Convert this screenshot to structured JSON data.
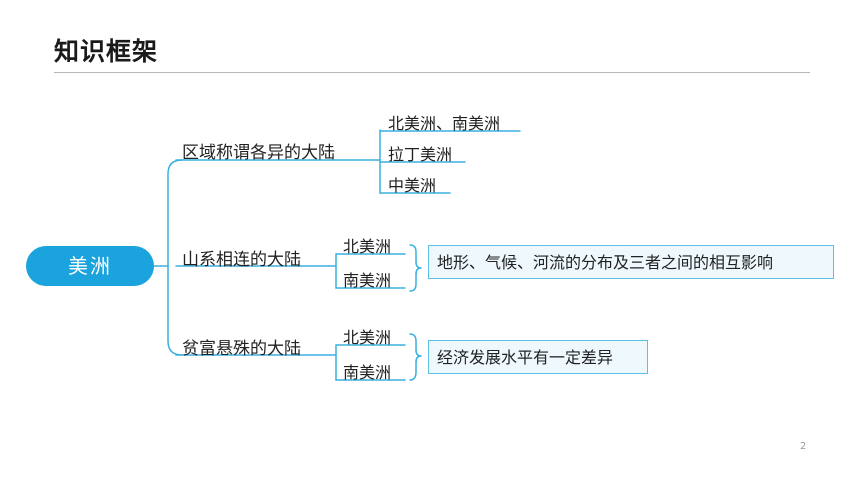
{
  "title": "知识框架",
  "root": "美洲",
  "branches": [
    {
      "label": "区域称谓各异的大陆",
      "subs": [
        "北美洲、南美洲",
        "拉丁美洲",
        "中美洲"
      ]
    },
    {
      "label": "山系相连的大陆",
      "subs": [
        "北美洲",
        "南美洲"
      ],
      "note": "地形、气候、河流的分布及三者之间的相互影响"
    },
    {
      "label": "贫富悬殊的大陆",
      "subs": [
        "北美洲",
        "南美洲"
      ],
      "note": "经济发展水平有一定差异"
    }
  ],
  "page_number": "2",
  "colors": {
    "accent": "#1aa3dc",
    "line": "#3ab1df",
    "box_border": "#5bbfe6",
    "box_fill": "#eef8fd"
  }
}
